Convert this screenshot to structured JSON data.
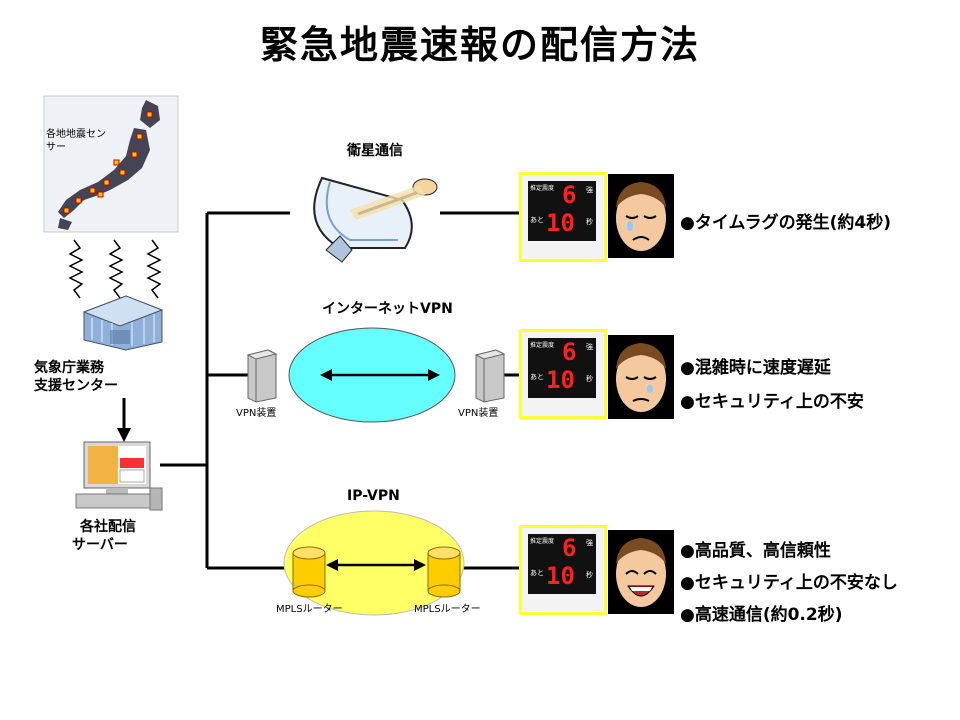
{
  "title": "緊急地震速報の配信方法",
  "sensor_label_line1": "各地地震セン",
  "sensor_label_line2": "サー",
  "jma_label_line1": "気象庁業務",
  "jma_label_line2": "支援センター",
  "server_label_line1": "各社配信",
  "server_label_line2": "サーバー",
  "routes": {
    "satellite": {
      "label": "衛星通信",
      "notes": [
        "●タイムラグの発生(約4秒)"
      ]
    },
    "internet_vpn": {
      "label": "インターネットVPN",
      "device_left": "VPN装置",
      "device_right": "VPN装置",
      "notes": [
        "●混雑時に速度遅延",
        "●セキュリティ上の不安"
      ]
    },
    "ip_vpn": {
      "label": "IP-VPN",
      "device_left": "MPLSルーター",
      "device_right": "MPLSルーター",
      "notes": [
        "●高品質、高信頼性",
        "●セキュリティ上の不安なし",
        "●高速通信(約0.2秒)"
      ]
    }
  },
  "monitor_screen": {
    "value1": "6",
    "value2": "10"
  },
  "receiver_display": {
    "intensity": "6",
    "seconds": "10",
    "text1": "推定震度",
    "text2": "あと",
    "unit1": "強",
    "unit2": "秒"
  },
  "colors": {
    "cloud_internet": "#66ffff",
    "cloud_ipvpn": "#ffff66",
    "receiver_frame": "#ffff33",
    "digit_red": "#ff2020"
  }
}
